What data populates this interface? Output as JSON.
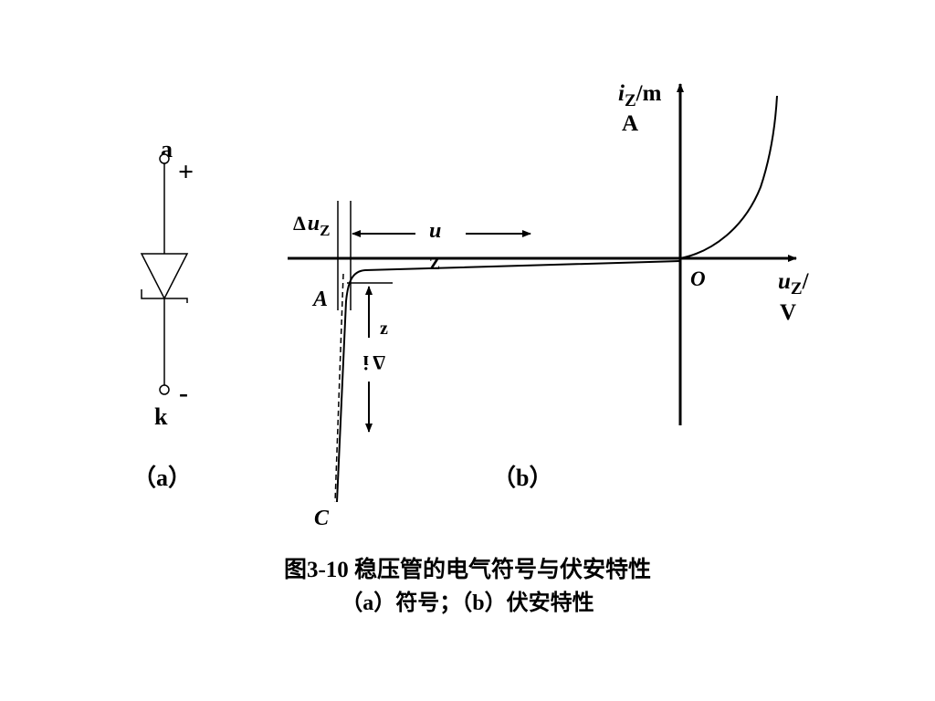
{
  "symbol": {
    "anode_label": "a",
    "cathode_label": "k",
    "plus_sign": "+",
    "minus_sign": "-",
    "panel_label": "（a）"
  },
  "iv_curve": {
    "y_axis_label_main": "i",
    "y_axis_label_sub": "Z",
    "y_axis_label_unit_1": "/m",
    "y_axis_label_unit_2": "A",
    "x_axis_label_main": "u",
    "x_axis_label_sub": "Z",
    "x_axis_label_unit_1": "/",
    "x_axis_label_unit_2": "V",
    "origin_label": "O",
    "point_a_label": "A",
    "point_c_label": "C",
    "delta_uz_delta": "Δ",
    "delta_uz_main": "u",
    "delta_uz_sub": "Z",
    "uz_arrow_main": "u",
    "uz_arrow_sub": "Z",
    "iz_arrow_sub": "z",
    "iz_arrow_text": "Δ i",
    "panel_label": "（b）"
  },
  "caption": {
    "line1": "图3-10  稳压管的电气符号与伏安特性",
    "line2": "（a）符号；（b）伏安特性"
  }
}
